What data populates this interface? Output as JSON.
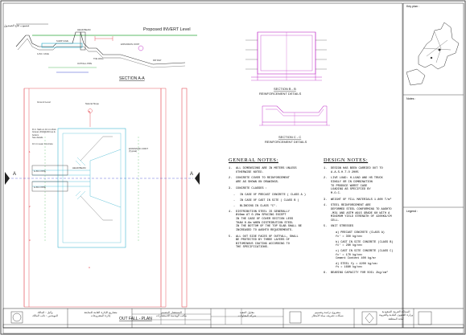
{
  "drawing": {
    "proposed_level": "Proposed INVERT Level",
    "arabic_note_top": "منسوب قاع الصندوق",
    "section_aa": {
      "title": "SECTION A-A",
      "labels": {
        "head_beam": "HEAD BEAM",
        "sump_cave": "SUMP CAVE",
        "gbf_cave": "G.B.F. CAVE",
        "toe_wall": "TOE WALL",
        "expansion_joint": "EXPANSION JOINT",
        "rip_rap": "RIP RAP",
        "outfall_pipe": "OUTFALL PIPE"
      }
    },
    "section_bb": {
      "title": "SECTION B - B",
      "subtitle": "REINFORCEMENT DETAILS"
    },
    "section_cc": {
      "title": "SECTION C - C",
      "subtitle": "REINFORCEMENT DETAILS"
    },
    "plan": {
      "title": "OUT FALL - PLAN",
      "marker_a": "A",
      "ground_level": "Ground Level",
      "natural_slope": "Natural Slope",
      "head_beam": "HEAD BEAM",
      "gbf_pipe_1": "G.B.F. PIPE",
      "gbf_pipe_2": "G.B.F. PIPE",
      "rc_note": "R.C. Slab on 10 cm thick\nGravel, Ø10@200 top &\nbottom\nSee details",
      "lean_concrete": "10 cm Lean Concrete",
      "expansion_joint": "EXPANSION JOINT\n(Typical)",
      "detail_mark_1": "1",
      "detail_mark_2": "2",
      "detail_mark_3": "3",
      "bb_mark": "B",
      "cc_mark": "C"
    }
  },
  "general_notes": {
    "title": "GENERAL NOTES:",
    "items": [
      {
        "num": "1.",
        "text": "ALL DIMENSIONS ARE IN METERS UNLESS\nOTHERWISE NOTED."
      },
      {
        "num": "2.",
        "text": "CONCRETE COVER TO REINFORCEMENT\nARE AS SHOWN ON DRAWINGS."
      },
      {
        "num": "3.",
        "text": "CONCRETE CLASSES :"
      },
      {
        "num": "4.",
        "text": "DISTRIBUTION STEEL IS GENERALLY\nØ10mm AT 0.20m SPACING EXCEPT\nIN THE CASE OF COVER SECTION LESS\nTHAN 0.6m WHEN DISTRIBUTION STEEL\nIN THE BOTTOM OF THE TOP SLAB SHALL BE\nINCREASED TO AASHTO REQUIREMENTS."
      },
      {
        "num": "5.",
        "text": "ALL OUT SIDE FACES OF OUTFALL, SHALL\nBE PROTECTED BY THREE LAYERS OF\nBITUMINOUS COATING ACCORDING TO\nTHE SPECIFICATIONS."
      }
    ],
    "classes": [
      "IN CASE OF PRECAST CONCRETE ( CLASS A )",
      "IN CASE OF CAST IN SITE ( CLASS B )",
      "BLINDING IN CLASS \"C\"."
    ]
  },
  "design_notes": {
    "title": "DESIGN NOTES:",
    "items": [
      {
        "num": "1.",
        "text": "DESIGN HAS BEEN CARRIED OUT TO\nA.A.S.H.T.O 2005"
      },
      {
        "num": "2.",
        "text": "LIVE LOAD: H-LOAD AND HS TRUCK\nSINGLY OR IN COMBINATION\nTO PRODUCE WORST CASE\nLOADING AS SPECIFIED BY\nM.O.C."
      },
      {
        "num": "3.",
        "text": "WEIGHT OF FILL MATERIALS 1.800 T/m³"
      },
      {
        "num": "4.",
        "text": "STEEL REINFORCEMENT ARE\nDEFORMED STEEL CONFORMING TO AASHTO\n-M31 AND ASTM A615 GRADE 60 WITH A\nMINIMUM YIELD STRENGTH OF 4200KG/CM\nCELL."
      },
      {
        "num": "5.",
        "text": "UNIT STRESSES"
      },
      {
        "num": "6.",
        "text": "BEARING CAPACITY FOR SOIL 2kg/cm²"
      }
    ],
    "stresses": [
      "a) PRECAST CONCRETE (CLASS A)\n   fc' = 350 kg/cm²",
      "b) CAST IN SITE CONCRETE (CLASS B)\n   fc' = 280 kg/cm²",
      "c) CAST IN SITE CONCRETE (CLASS C)\n   fc' = 170 kg/cm²\n   Cement Content 400 kg/m³",
      "d) STEEL fy = 4200 kg/cm²\n   fs = 1680 kg/cm²"
    ]
  },
  "side_panel": {
    "key_plan": "Key plan :",
    "notes": "Notes :",
    "legend": "Legend :"
  },
  "title_block": {
    "cell_1": "وكيل : المالك\nالمهندس : نائب المالك",
    "cell_2": "مشاريع الإدارة العامة للمتابعة\nإدارة المشروعات",
    "cell_3": "المستشار المصمم\nمكتب الهندسة للاستشارات",
    "cell_4": "مقاول التنفيذ\nشركة المقاولات",
    "cell_5": "مشروع دراسة وتصميم\nشبكات تصريف مياه الأمطار",
    "cell_6": "المملكة العربية السعودية\nوزارة الشؤون البلدية والقروية\nأمانة المنطقة"
  },
  "colors": {
    "line": "#222222",
    "red": "#e0303a",
    "cyan": "#1aa8c8",
    "magenta": "#c030c8",
    "green": "#2aa838",
    "blue": "#3a48d0",
    "gray": "#8a8a8a"
  }
}
